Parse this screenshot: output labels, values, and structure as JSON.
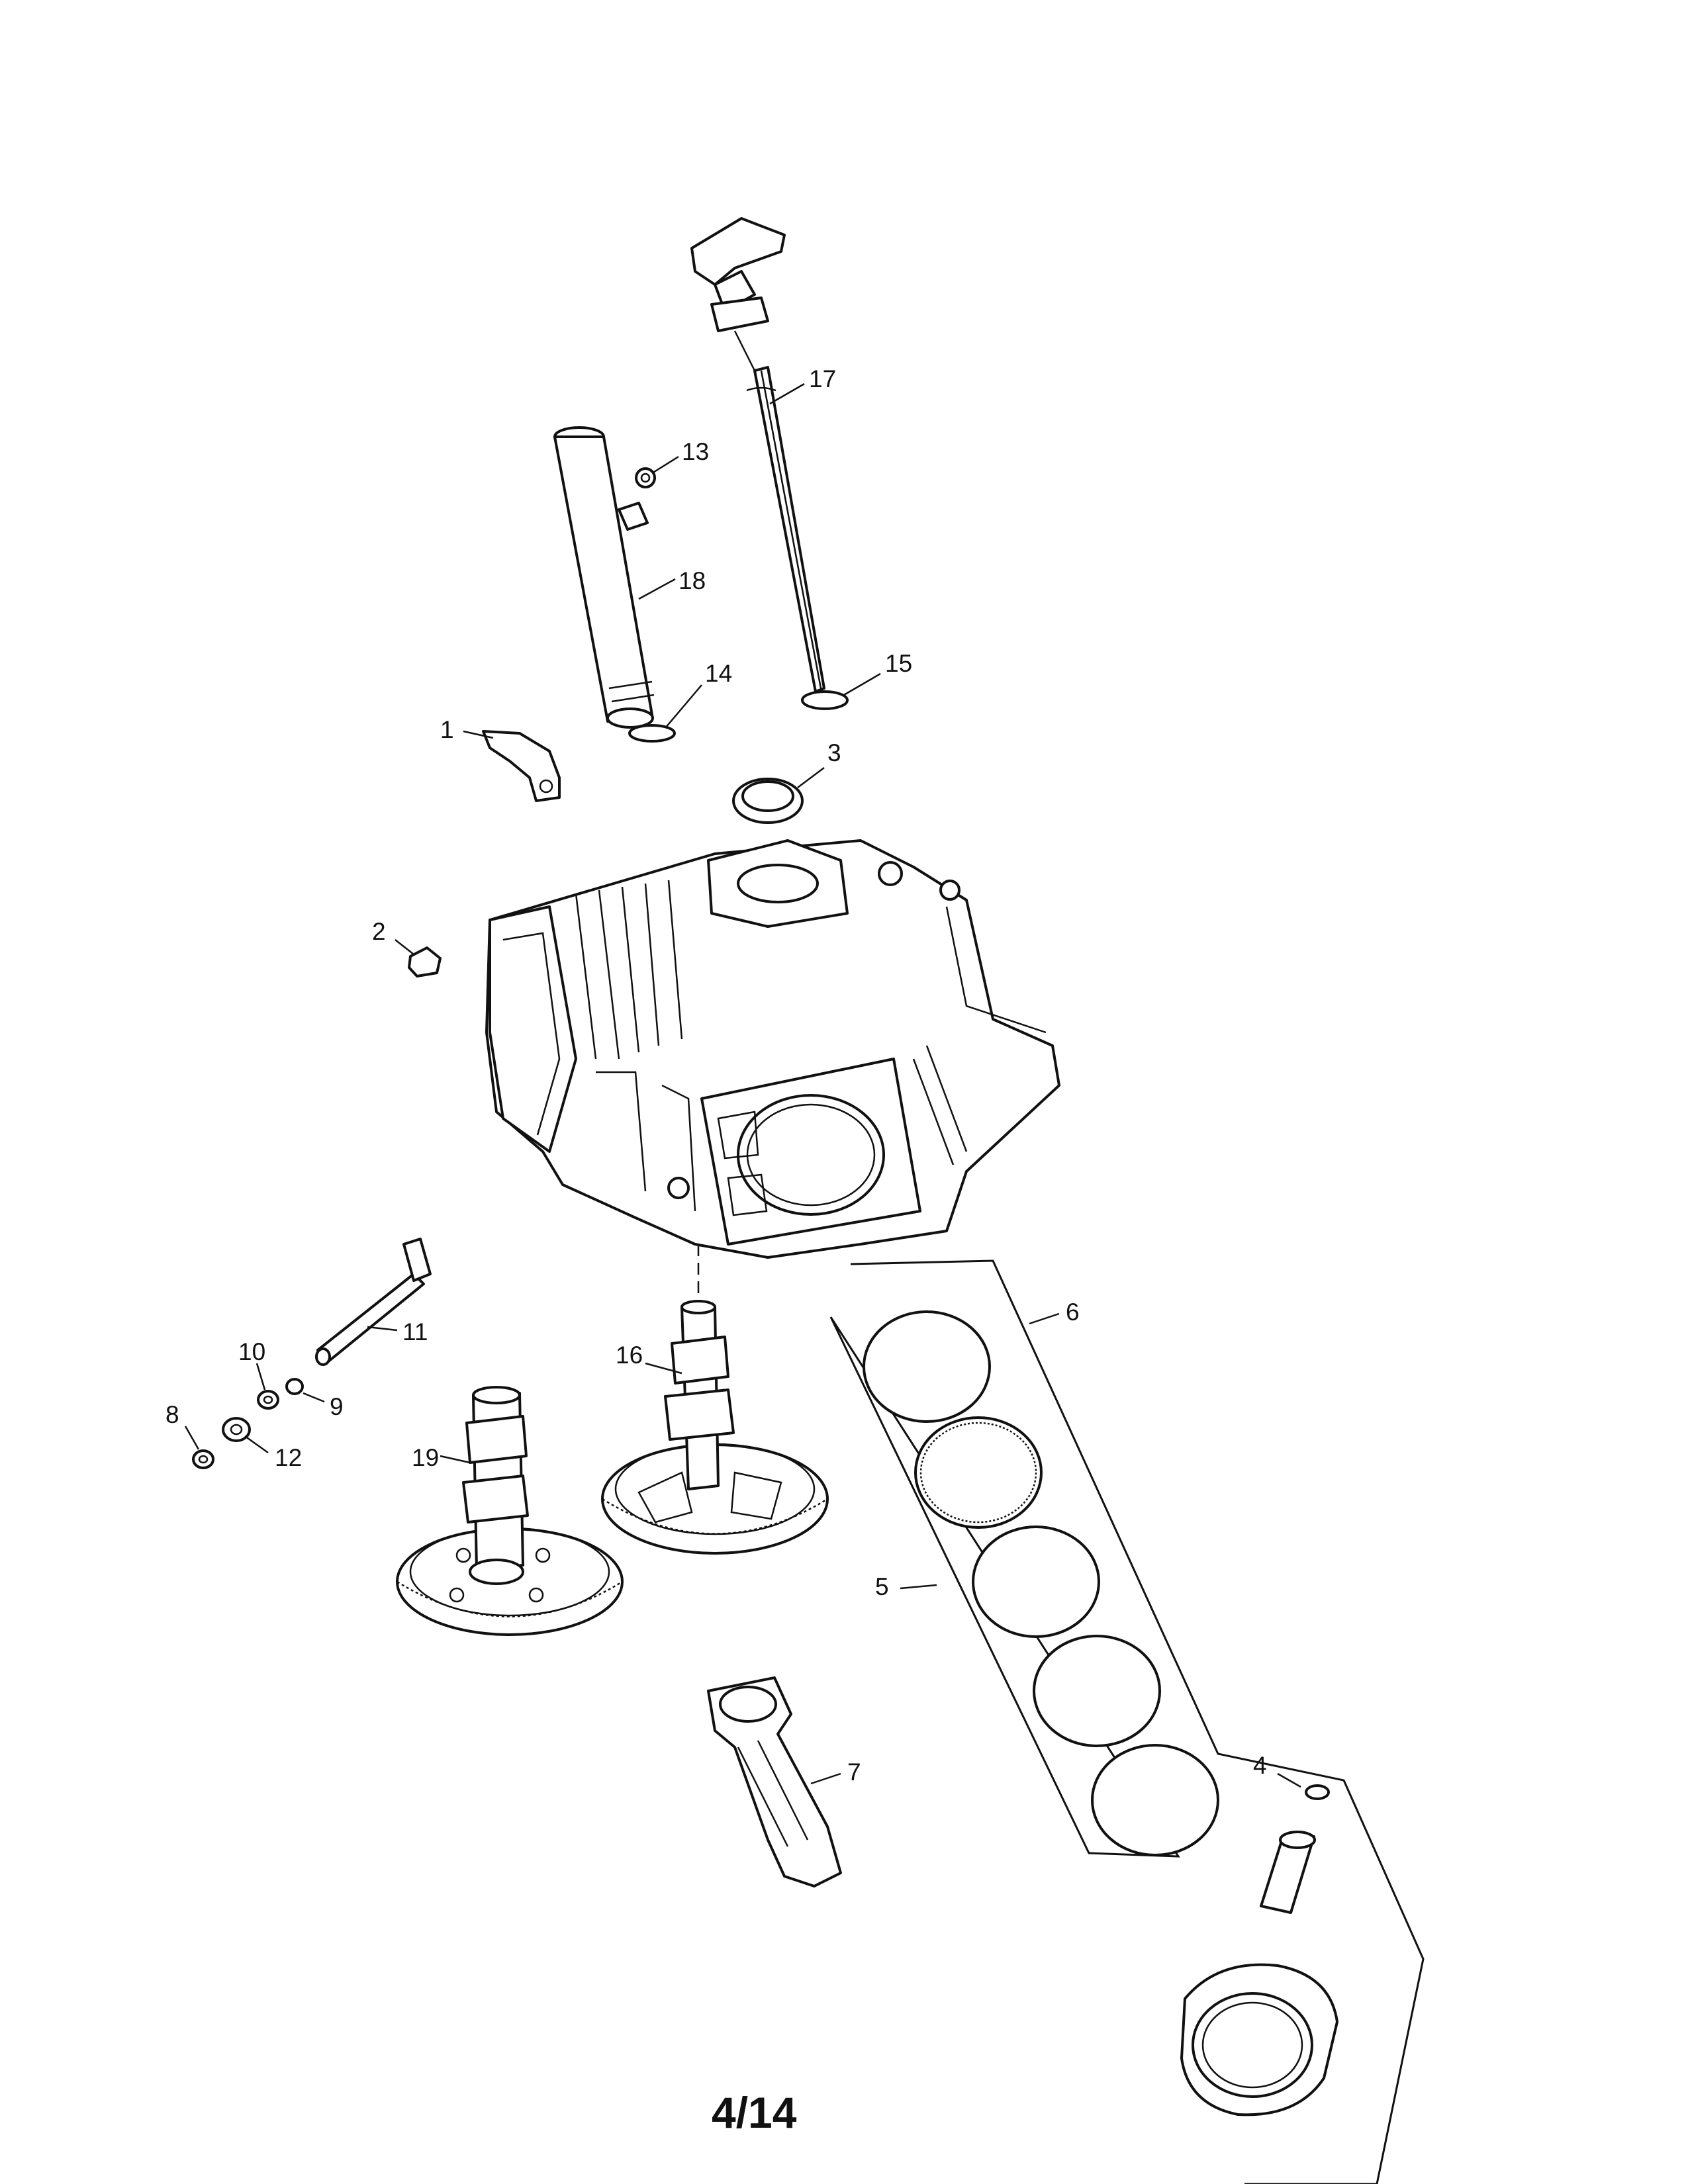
{
  "page": {
    "number": "4/14"
  },
  "diagram": {
    "type": "exploded-parts-view",
    "callouts": [
      "1",
      "2",
      "3",
      "4",
      "5",
      "6",
      "7",
      "8",
      "9",
      "10",
      "11",
      "12",
      "13",
      "14",
      "15",
      "16",
      "17",
      "18",
      "19"
    ]
  },
  "colors": {
    "ink": "#111111",
    "paper": "#ffffff"
  }
}
